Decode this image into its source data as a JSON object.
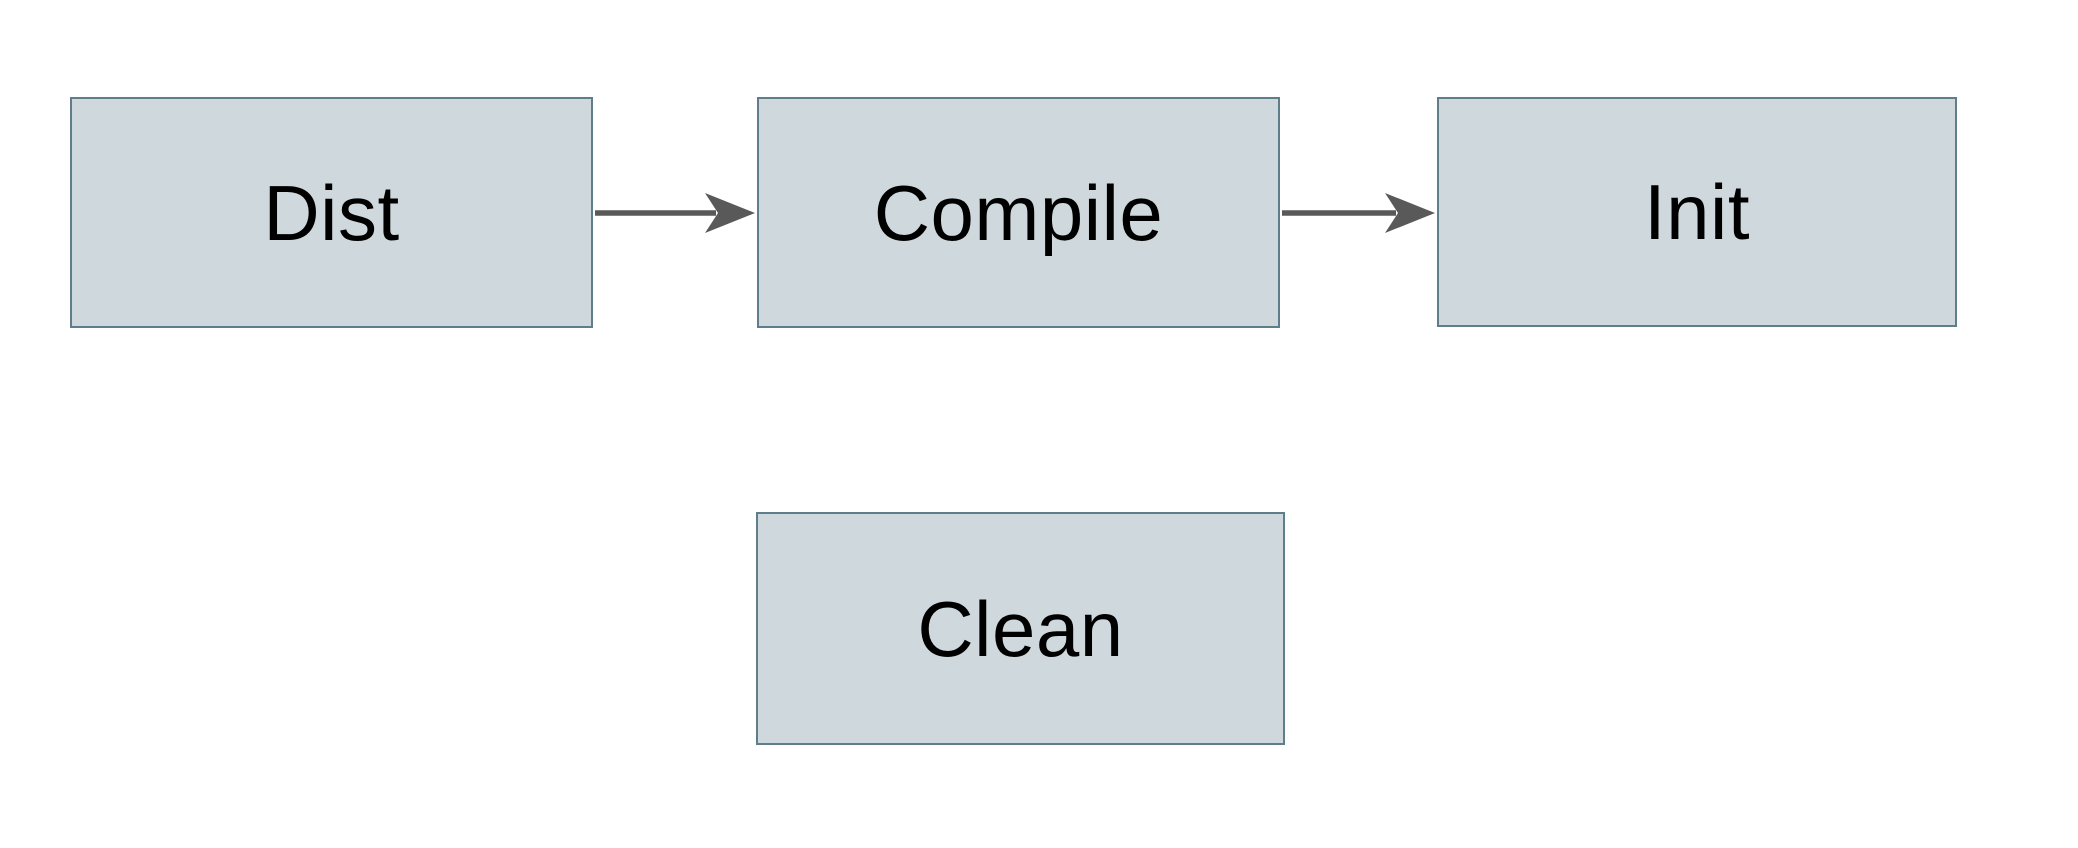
{
  "diagram": {
    "type": "flowchart",
    "background_color": "#ffffff",
    "node_fill_color": "#cfd8dc",
    "node_border_color": "#607d8b",
    "arrow_color": "#595959",
    "text_color": "#000000",
    "nodes": [
      {
        "id": "dist",
        "label": "Dist"
      },
      {
        "id": "compile",
        "label": "Compile"
      },
      {
        "id": "init",
        "label": "Init"
      },
      {
        "id": "clean",
        "label": "Clean"
      }
    ],
    "edges": [
      {
        "from": "Dist",
        "to": "Compile",
        "direction": "right"
      },
      {
        "from": "Compile",
        "to": "Init",
        "direction": "right"
      }
    ]
  }
}
